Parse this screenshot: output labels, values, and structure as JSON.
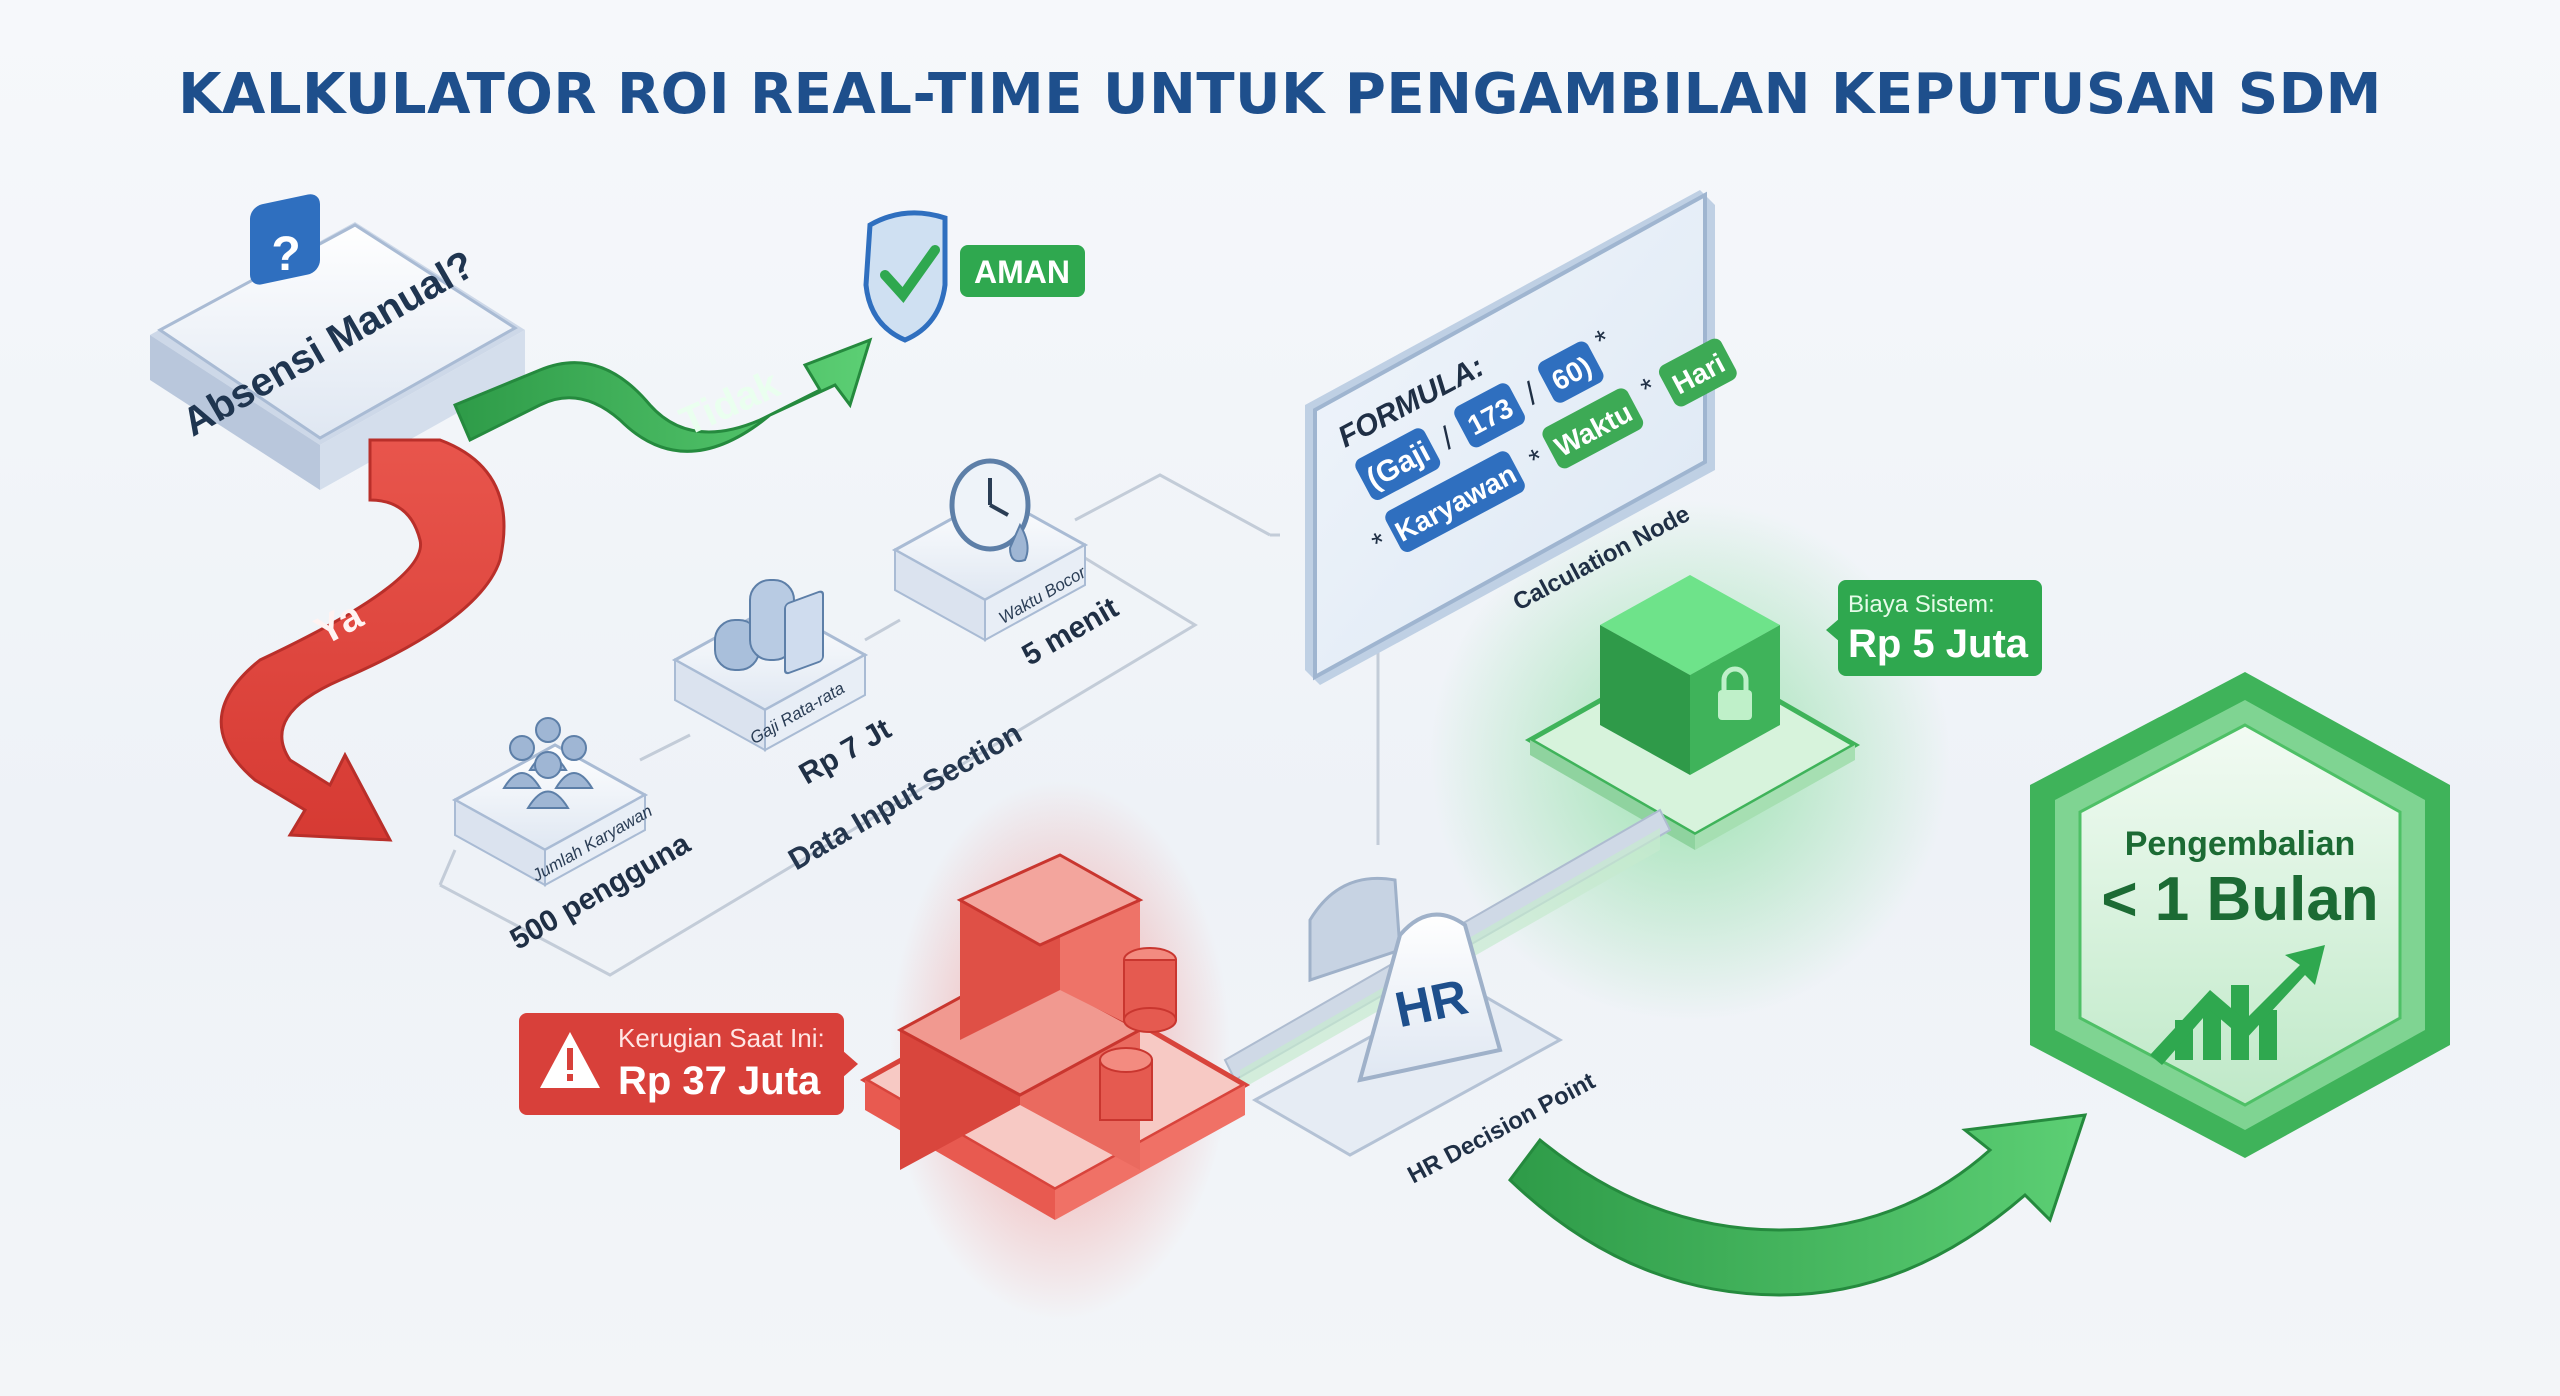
{
  "title": "KALKULATOR ROI REAL-TIME UNTUK PENGAMBILAN KEPUTUSAN SDM",
  "decision": {
    "question": "Absensi Manual?",
    "no_label": "Tidak",
    "yes_label": "Ya",
    "safe_badge": "AMAN"
  },
  "data_input": {
    "section_label": "Data Input Section",
    "items": [
      {
        "label": "Jumlah Karyawan",
        "value": "500 pengguna",
        "icon": "people-icon"
      },
      {
        "label": "Gaji Rata-rata",
        "value": "Rp 7 Jt",
        "icon": "coins-calculator-icon"
      },
      {
        "label": "Waktu Bocor",
        "value": "5 menit",
        "icon": "clock-leak-icon"
      }
    ]
  },
  "formula": {
    "heading": "FORMULA:",
    "tokens": [
      "(Gaji",
      "/",
      "173",
      "/",
      "60)",
      "*",
      "Karyawan",
      "*",
      "Waktu",
      "*",
      "Hari"
    ],
    "node_label": "Calculation Node"
  },
  "system_cost": {
    "label": "Biaya Sistem:",
    "value": "Rp 5 Juta"
  },
  "current_loss": {
    "label": "Kerugian Saat Ini:",
    "value": "Rp 37 Juta"
  },
  "hr": {
    "badge": "HR",
    "label": "HR Decision Point"
  },
  "payback": {
    "label": "Pengembalian",
    "value": "< 1 Bulan"
  },
  "colors": {
    "title": "#1e4f8c",
    "red": "#e2463f",
    "green": "#2fa84f",
    "blue": "#2f6fbf"
  }
}
